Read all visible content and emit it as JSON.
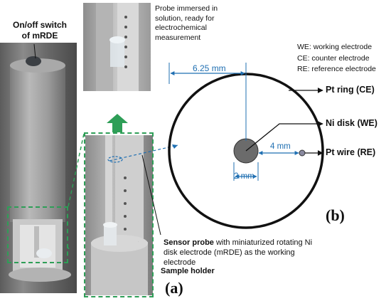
{
  "photos": {
    "left_title": "On/off switch\nof mRDE",
    "top_caption": "Probe immersed in solution, ready for electrochemical measurement",
    "sensor_probe_bold": "Sensor probe",
    "sensor_probe_rest": " with miniaturized rotating Ni disk electrode (mRDE) as the working electrode",
    "sample_holder": "Sample holder",
    "panel_label": "(a)"
  },
  "schematic": {
    "legend": [
      "WE: working electrode",
      "CE: counter electrode",
      "RE: reference electrode"
    ],
    "radius_dim": "6.25 mm",
    "gap_dim": "4 mm",
    "disk_dim": "2 mm",
    "callouts": [
      "Pt ring (CE)",
      "Ni disk (WE)",
      "Pt wire (RE)"
    ],
    "panel_label": "(b)"
  },
  "colors": {
    "dimension_blue": "#1f6fb2",
    "accent_green": "#2e9e57",
    "disk_gray": "#6b6b6b"
  }
}
